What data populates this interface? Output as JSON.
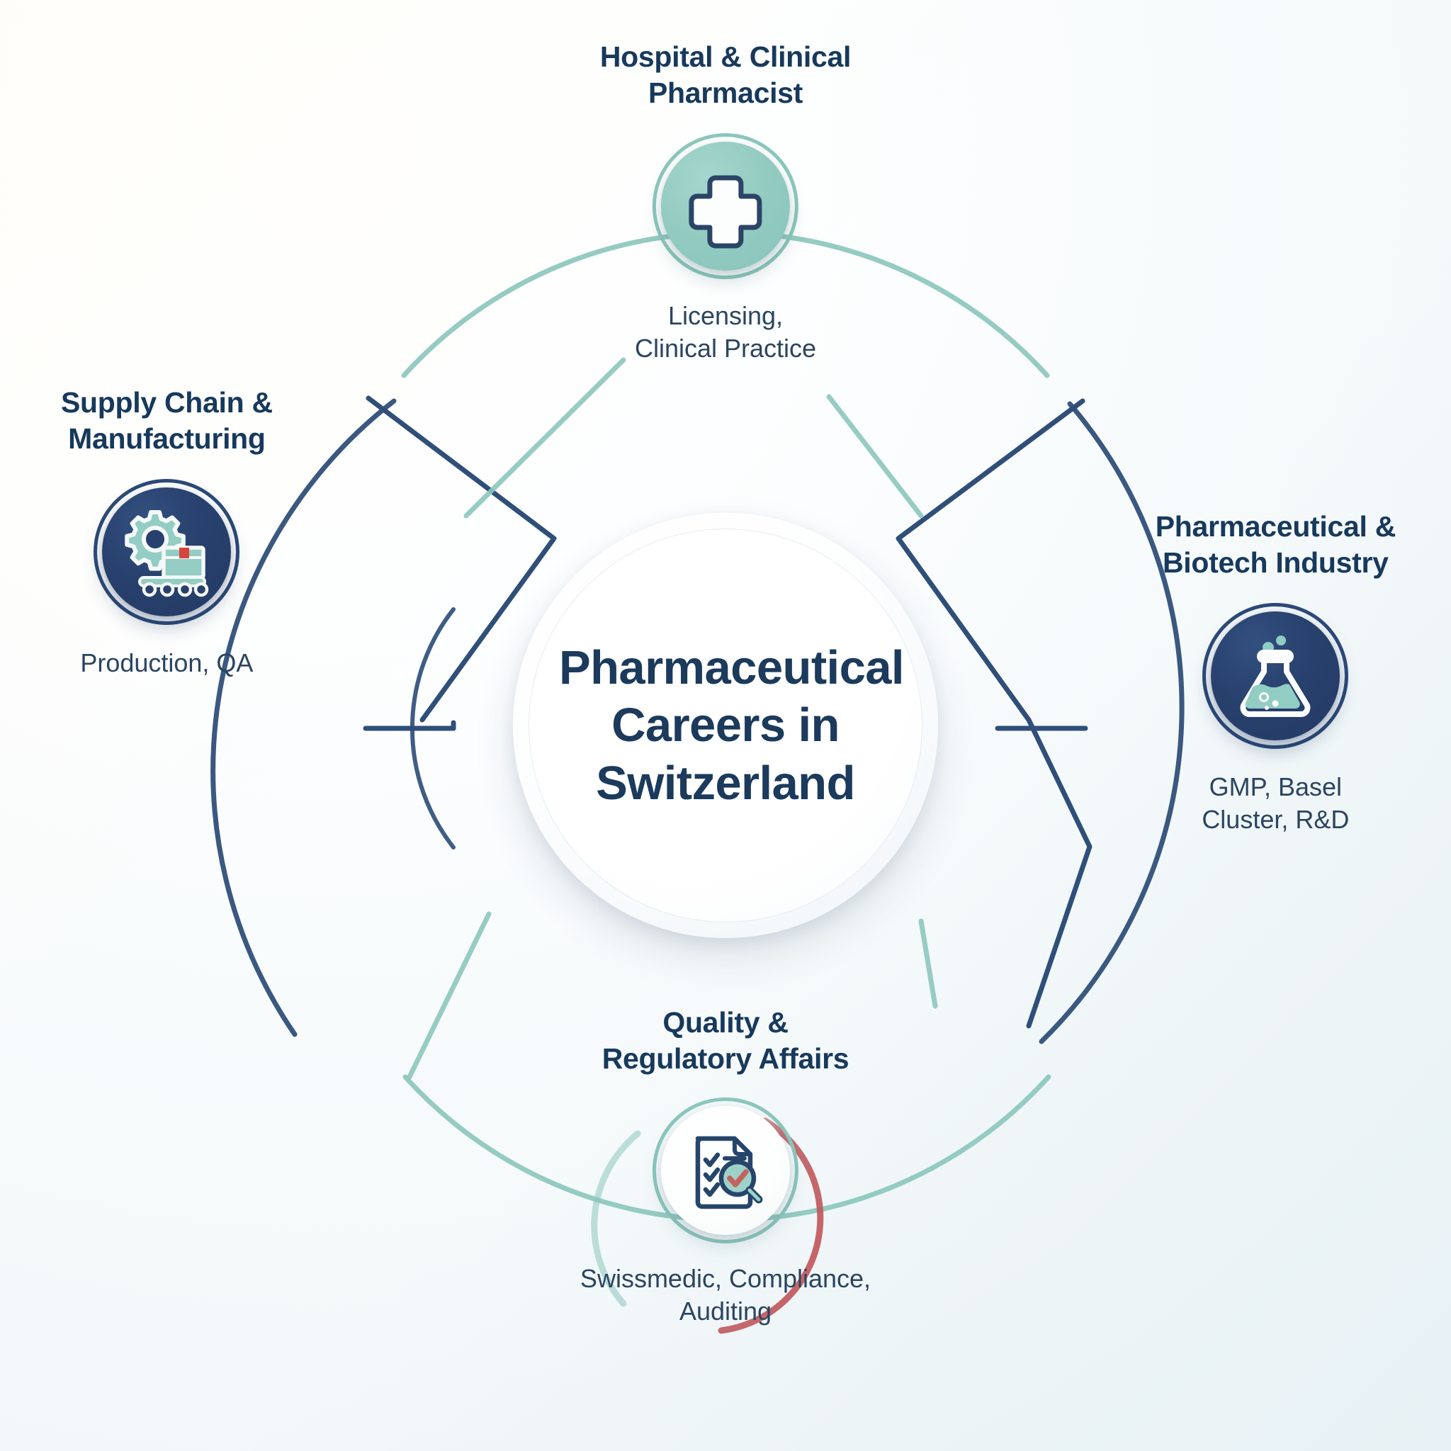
{
  "diagram": {
    "type": "hub-and-spoke",
    "center": {
      "title_lines": [
        "Pharmaceutical",
        "Careers in",
        "Switzerland"
      ],
      "title_full": "Pharmaceutical Careers in Switzerland"
    },
    "colors": {
      "navy": "#1b3a5c",
      "navy_disc": "#28406d",
      "teal": "#8cc7bd",
      "teal_disc": "#93cbc1",
      "red_accent": "#c0504d",
      "background": "#f4f8fa",
      "text_body": "#2b4560"
    },
    "nodes": [
      {
        "id": "hospital-clinical-pharmacist",
        "position": "top",
        "label_lines": [
          "Hospital & Clinical",
          "Pharmacist"
        ],
        "label_full": "Hospital & Clinical Pharmacist",
        "sub_lines": [
          "Licensing,",
          "Clinical Practice"
        ],
        "sub_full": "Licensing, Clinical Practice",
        "icon": "medical-cross-icon",
        "disc_style": "teal-filled",
        "ring_color": "#8cc7bd"
      },
      {
        "id": "pharmaceutical-biotech-industry",
        "position": "right",
        "label_lines": [
          "Pharmaceutical &",
          "Biotech Industry"
        ],
        "label_full": "Pharmaceutical & Biotech Industry",
        "sub_lines": [
          "GMP, Basel",
          "Cluster, R&D"
        ],
        "sub_full": "GMP, Basel Cluster, R&D",
        "icon": "erlenmeyer-flask-icon",
        "disc_style": "navy-filled",
        "ring_color": "#2c4a78"
      },
      {
        "id": "quality-regulatory-affairs",
        "position": "bottom",
        "label_lines": [
          "Quality &",
          "Regulatory Affairs"
        ],
        "label_full": "Quality & Regulatory Affairs",
        "sub_lines": [
          "Swissmedic, Compliance,",
          "Auditing"
        ],
        "sub_full": "Swissmedic, Compliance, Auditing",
        "icon": "checklist-magnifier-icon",
        "disc_style": "white-filled",
        "ring_color": "#8cc7bd"
      },
      {
        "id": "supply-chain-manufacturing",
        "position": "left",
        "label_lines": [
          "Supply Chain &",
          "Manufacturing"
        ],
        "label_full": "Supply Chain & Manufacturing",
        "sub_lines": [
          "Production, QA"
        ],
        "sub_full": "Production, QA",
        "icon": "gear-conveyor-box-icon",
        "disc_style": "navy-filled",
        "ring_color": "#2c4a78"
      }
    ]
  }
}
